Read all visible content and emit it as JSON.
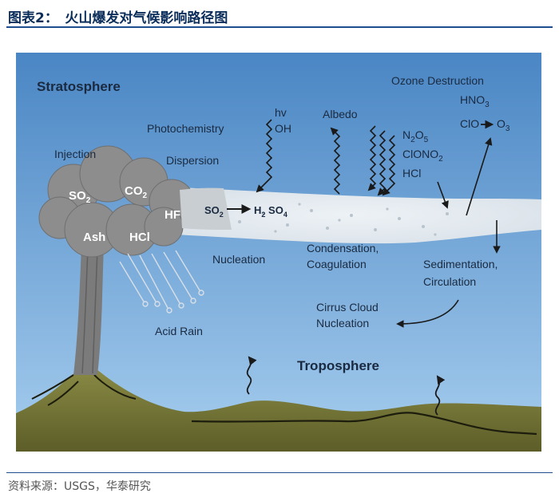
{
  "header": {
    "title": "图表2：　火山爆发对气候影响路径图"
  },
  "footer": {
    "source": "资料来源：USGS，华泰研究"
  },
  "diagram": {
    "layers": {
      "stratosphere": "Stratosphere",
      "troposphere": "Troposphere"
    },
    "labels": {
      "injection": "Injection",
      "photochemistry": "Photochemistry",
      "dispersion": "Dispersion",
      "hv": "hv",
      "oh": "OH",
      "albedo": "Albedo",
      "ozone_destruction": "Ozone Destruction",
      "hno3": "HNO",
      "hno3_sub": "3",
      "clo": "ClO",
      "o3": "O",
      "o3_sub": "3",
      "n2o5_n": "N",
      "n2o5_2": "2",
      "n2o5_o": "O",
      "n2o5_5": "5",
      "clono2": "ClONO",
      "clono2_sub": "2",
      "hcl": "HCl",
      "reaction_so2": "SO",
      "reaction_so2_sub": "2",
      "reaction_h2": "H",
      "reaction_h2_sub": "2",
      "reaction_so4": "SO",
      "reaction_so4_sub": "4",
      "nucleation": "Nucleation",
      "condensation": "Condensation,",
      "coagulation": "Coagulation",
      "sedimentation": "Sedimentation,",
      "circulation": "Circulation",
      "cirrus_cloud": "Cirrus Cloud",
      "cirrus_nucleation": "Nucleation",
      "acid_rain": "Acid Rain"
    },
    "cloud_gases": {
      "so2": "SO",
      "so2_sub": "2",
      "co2": "CO",
      "co2_sub": "2",
      "hf": "HF",
      "ash": "Ash",
      "hcl": "HCl"
    },
    "colors": {
      "sky_top": "#4a86c4",
      "sky_bottom": "#9cc8ea",
      "ground": "#7a7a3a",
      "plume": "#8a8a8a",
      "aerosol_band": "#e9edf1"
    }
  }
}
